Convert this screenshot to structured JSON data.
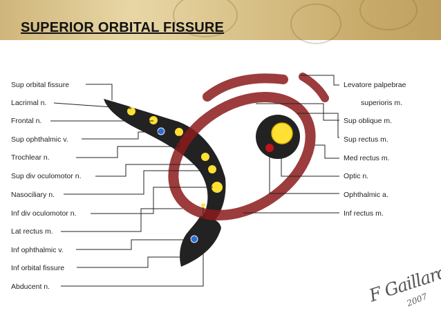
{
  "title": "SUPERIOR ORBITAL FISSURE",
  "left_labels": [
    "Sup orbital fissure",
    "Lacrimal n.",
    "Frontal n.",
    "Sup ophthalmic v.",
    "Trochlear n.",
    "Sup div oculomotor n.",
    "Nasociliary n.",
    "Inf div oculomotor n.",
    "Lat rectus m.",
    "Inf ophthalmic v.",
    "Inf orbital fissure",
    "Abducent n."
  ],
  "right_labels": [
    "Levatore palpebrae",
    "superioris m.",
    "Sup oblique m.",
    "Sup rectus m.",
    "Med rectus m.",
    "Optic n.",
    "Ophthalmic a.",
    "Inf rectus m."
  ],
  "signature": "F Gaillard",
  "signature_year": "2007",
  "colors": {
    "fissure": "#222222",
    "nerve": "#ffe033",
    "vein": "#2a6fd6",
    "muscle_ring": "#8b1a1a",
    "artery": "#c0141a",
    "header": "#d9c289"
  }
}
